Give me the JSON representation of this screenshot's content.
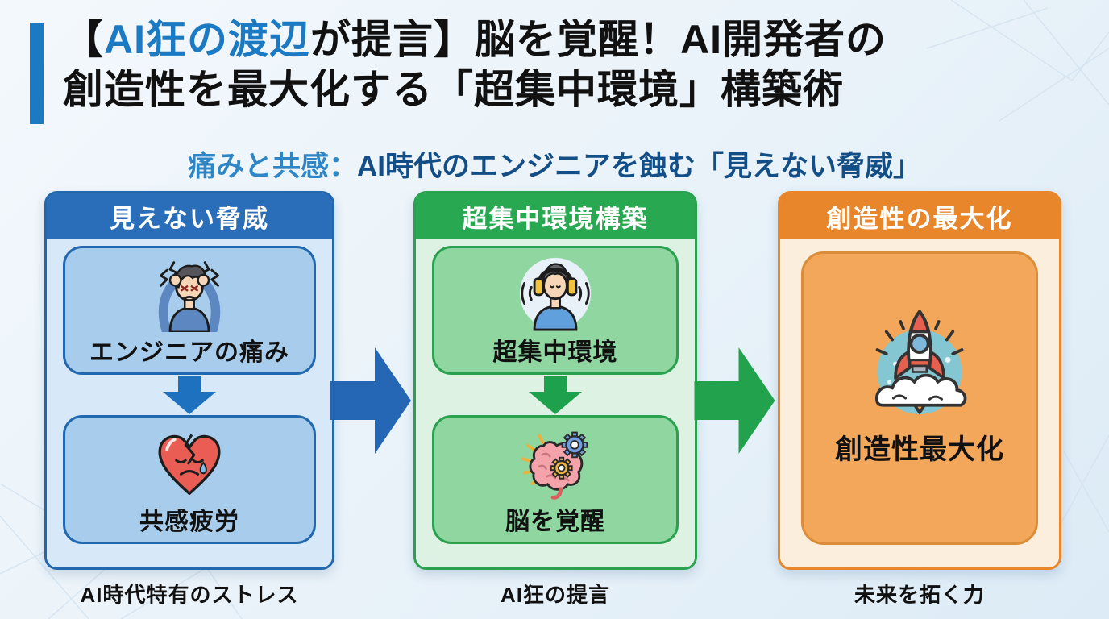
{
  "title": {
    "open_bracket": "【",
    "highlight": "AI狂の渡辺",
    "line1_rest": "が提言】脳を覚醒！AI開発者の",
    "line2": "創造性を最大化する「超集中環境」構築術"
  },
  "subtitle": {
    "lead": "痛みと共感：",
    "rest": "AI時代のエンジニアを蝕む「見えない脅威」"
  },
  "columns": [
    {
      "id": "invisible-threat",
      "header": "見えない脅威",
      "caption": "AI時代特有のストレス",
      "cards": [
        {
          "icon": "stressed-person-icon",
          "label": "エンジニアの痛み"
        },
        {
          "icon": "broken-heart-icon",
          "label": "共感疲労"
        }
      ]
    },
    {
      "id": "hyper-focus",
      "header": "超集中環境構築",
      "caption": "AI狂の提言",
      "cards": [
        {
          "icon": "headphones-person-icon",
          "label": "超集中環境"
        },
        {
          "icon": "brain-gears-icon",
          "label": "脳を覚醒"
        }
      ]
    },
    {
      "id": "creativity",
      "header": "創造性の最大化",
      "caption": "未来を拓く力",
      "cards": [
        {
          "icon": "rocket-icon",
          "label": "創造性最大化"
        }
      ]
    }
  ],
  "palette": {
    "accent-blue": "#1b7ac2",
    "title-black": "#111111",
    "subtitle-lead": "#2e86c6",
    "subtitle-main": "#134e86",
    "col1-header": "#2a6db8",
    "col1-body": "#d7e8f8",
    "col1-card": "#a8cdec",
    "col1-border": "#2268ae",
    "col2-header": "#29a852",
    "col2-body": "#def2e3",
    "col2-card": "#8fd6a1",
    "col2-border": "#29a14e",
    "col3-header": "#e8862c",
    "col3-body": "#fbeedd",
    "col3-card": "#f3a75a",
    "col3-border": "#da8c38",
    "arrow-blue": "#2667b5",
    "arrow-green": "#22a24c",
    "down-arrow-blue": "#1e71bf",
    "down-arrow-green": "#1ea14c",
    "caption-color": "#111111"
  }
}
